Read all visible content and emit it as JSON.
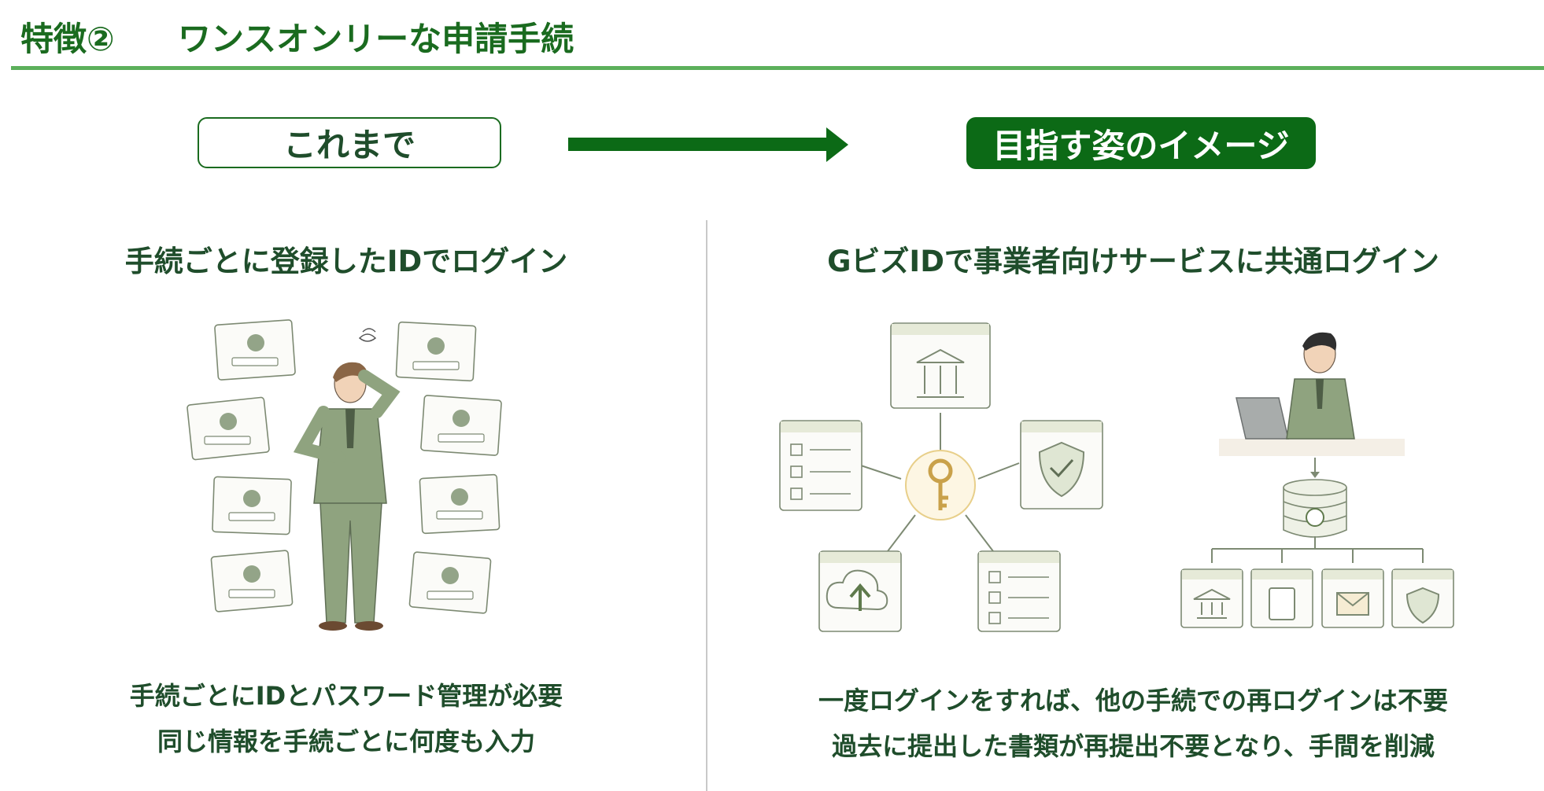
{
  "header": {
    "feature_label": "特徴②",
    "title": "ワンスオンリーな申請手続"
  },
  "comparison": {
    "before_label": "これまで",
    "after_label": "目指す姿のイメージ"
  },
  "left": {
    "heading": "手続ごとに登録したIDでログイン",
    "description_lines": [
      "手続ごとにIDとパスワード管理が必要",
      "同じ情報を手続ごとに何度も入力"
    ]
  },
  "right": {
    "heading": "GビズIDで事業者向けサービスに共通ログイン",
    "description_lines": [
      "一度ログインをすれば、他の手続での再ログインは不要",
      "過去に提出した書類が再提出不要となり、手間を削減"
    ]
  },
  "colors": {
    "primary_green": "#0c6a16",
    "rule_green": "#5cb05b",
    "text_green": "#1f4d2b",
    "illustration_sage": "#8fa37f"
  }
}
